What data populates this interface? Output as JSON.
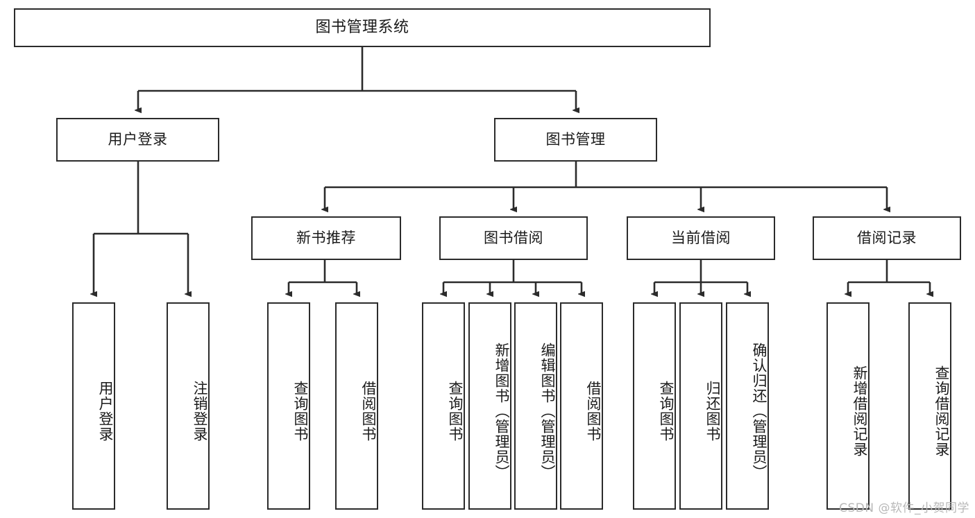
{
  "diagram": {
    "title": "图书管理系统",
    "watermark": "CSDN @软件_小贺同学",
    "colors": {
      "stroke": "#2b2b2b",
      "fill": "#ffffff",
      "text": "#1a1a1a",
      "watermark": "#b8b8b8"
    },
    "root": {
      "label": "图书管理系统"
    },
    "level2": [
      {
        "id": "user-login",
        "label": "用户登录"
      },
      {
        "id": "book-manage",
        "label": "图书管理"
      }
    ],
    "level3": [
      {
        "id": "new-book-rec",
        "label": "新书推荐"
      },
      {
        "id": "book-borrow",
        "label": "图书借阅"
      },
      {
        "id": "current-borrow",
        "label": "当前借阅"
      },
      {
        "id": "borrow-record",
        "label": "借阅记录"
      }
    ],
    "leaves": {
      "user-login": [
        {
          "id": "leaf-user-login",
          "label": "用户登录"
        },
        {
          "id": "leaf-user-logout",
          "label": "注销登录"
        }
      ],
      "new-book-rec": [
        {
          "id": "leaf-query-book-1",
          "label": "查询图书"
        },
        {
          "id": "leaf-borrow-book-1",
          "label": "借阅图书"
        }
      ],
      "book-borrow": [
        {
          "id": "leaf-query-book-2",
          "label": "查询图书"
        },
        {
          "id": "leaf-add-book",
          "label": "新增图书（管理员）"
        },
        {
          "id": "leaf-edit-book",
          "label": "编辑图书（管理员）"
        },
        {
          "id": "leaf-borrow-book-2",
          "label": "借阅图书"
        }
      ],
      "current-borrow": [
        {
          "id": "leaf-query-book-3",
          "label": "查询图书"
        },
        {
          "id": "leaf-return-book",
          "label": "归还图书"
        },
        {
          "id": "leaf-confirm-return",
          "label": "确认归还（管理员）"
        }
      ],
      "borrow-record": [
        {
          "id": "leaf-add-record",
          "label": "新增借阅记录"
        },
        {
          "id": "leaf-query-record",
          "label": "查询借阅记录"
        }
      ]
    }
  }
}
